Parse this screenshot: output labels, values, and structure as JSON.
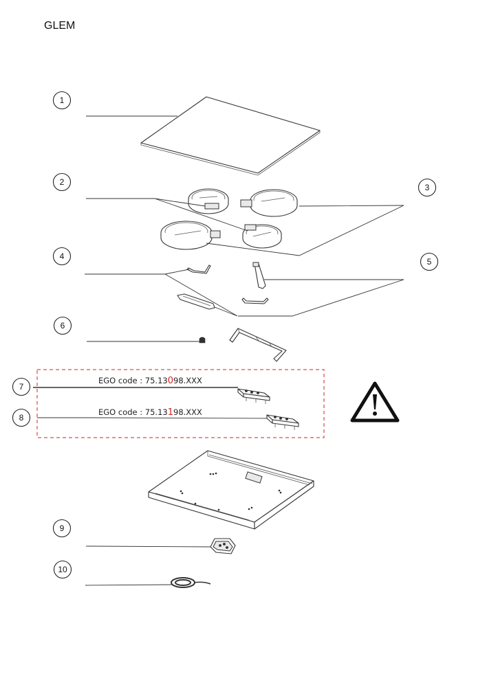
{
  "brand": "GLEM",
  "callouts": [
    {
      "num": "1"
    },
    {
      "num": "2"
    },
    {
      "num": "3"
    },
    {
      "num": "4"
    },
    {
      "num": "5"
    },
    {
      "num": "6"
    },
    {
      "num": "7"
    },
    {
      "num": "8"
    },
    {
      "num": "9"
    },
    {
      "num": "10"
    }
  ],
  "ego_rows": [
    {
      "prefix": "EGO code : 75.13",
      "highlight": "0",
      "suffix": "98.XXX"
    },
    {
      "prefix": "EGO code : 75.13",
      "highlight": "1",
      "suffix": "98.XXX"
    }
  ],
  "colors": {
    "ego_box_border": "#d62020",
    "ego_highlight": "#d62020",
    "line": "#333333"
  },
  "icons": {
    "warning": "warning-triangle-icon"
  }
}
